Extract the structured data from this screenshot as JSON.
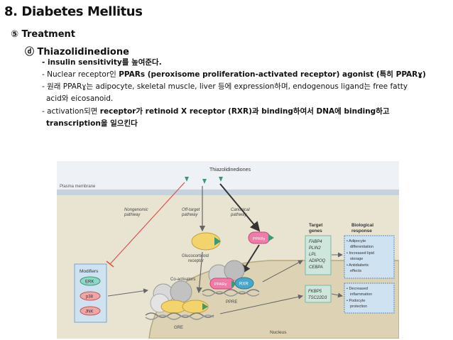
{
  "slide": {
    "title": "8. Diabetes Mellitus",
    "section": "⑤ Treatment",
    "subsection": "ⓓ Thiazolidinedione",
    "bullets": [
      {
        "text": "- insulin sensitivity를 높여준다."
      },
      {
        "pre": "- Nuclear receptor인 ",
        "bold": "PPARs (peroxisome proliferation-activated receptor) agonist (특히 PPARɣ)"
      },
      {
        "line1": "- 원래 PPARɣ는 adipocyte, skeletal muscle, liver 등에 expression하며, endogenous ligand는 free fatty",
        "line2": "acid와 eicosanoid."
      },
      {
        "pre": "- activation되면 ",
        "bold": "receptor가 retinoid X receptor (RXR)과 binding하여서 DNA에 binding하고",
        "line2": "transcription을 일으킨다"
      }
    ]
  },
  "figure": {
    "drug": "Thiazolidinediones",
    "plasma_membrane": "Plasma membrane",
    "pathways": {
      "nongenomic": [
        "Nongenomic",
        "pathway"
      ],
      "offtarget": [
        "Off-target",
        "pathway"
      ],
      "canonical": [
        "Canonical",
        "pathway"
      ]
    },
    "gluco_receptor": [
      "Glucocorticoid",
      "receptor"
    ],
    "ppar_label": "PPARγ",
    "rxr_label": "RXR",
    "modifiers": {
      "title": "Modifiers",
      "items": [
        "ERK",
        "p38",
        "JNK"
      ]
    },
    "coactivators": "Co-activators",
    "ppre": "PPRE",
    "gre": "GRE",
    "nucleus": "Nucleus",
    "target_genes_title": [
      "Target",
      "genes"
    ],
    "bio_response_title": [
      "Biological",
      "response"
    ],
    "genes_top": [
      "FABP4",
      "PLIN2",
      "LPL",
      "ADIPOQ",
      "CEBPA"
    ],
    "genes_bottom": [
      "FKBP5",
      "TSC22D3"
    ],
    "response_top": [
      "• Adipocyte",
      "differentiation",
      "• Increased lipid",
      "storage",
      "• Antidiabetic",
      "effects"
    ],
    "response_bottom": [
      "• Decreased",
      "inflammation",
      "• Podocyte",
      "protection"
    ]
  }
}
